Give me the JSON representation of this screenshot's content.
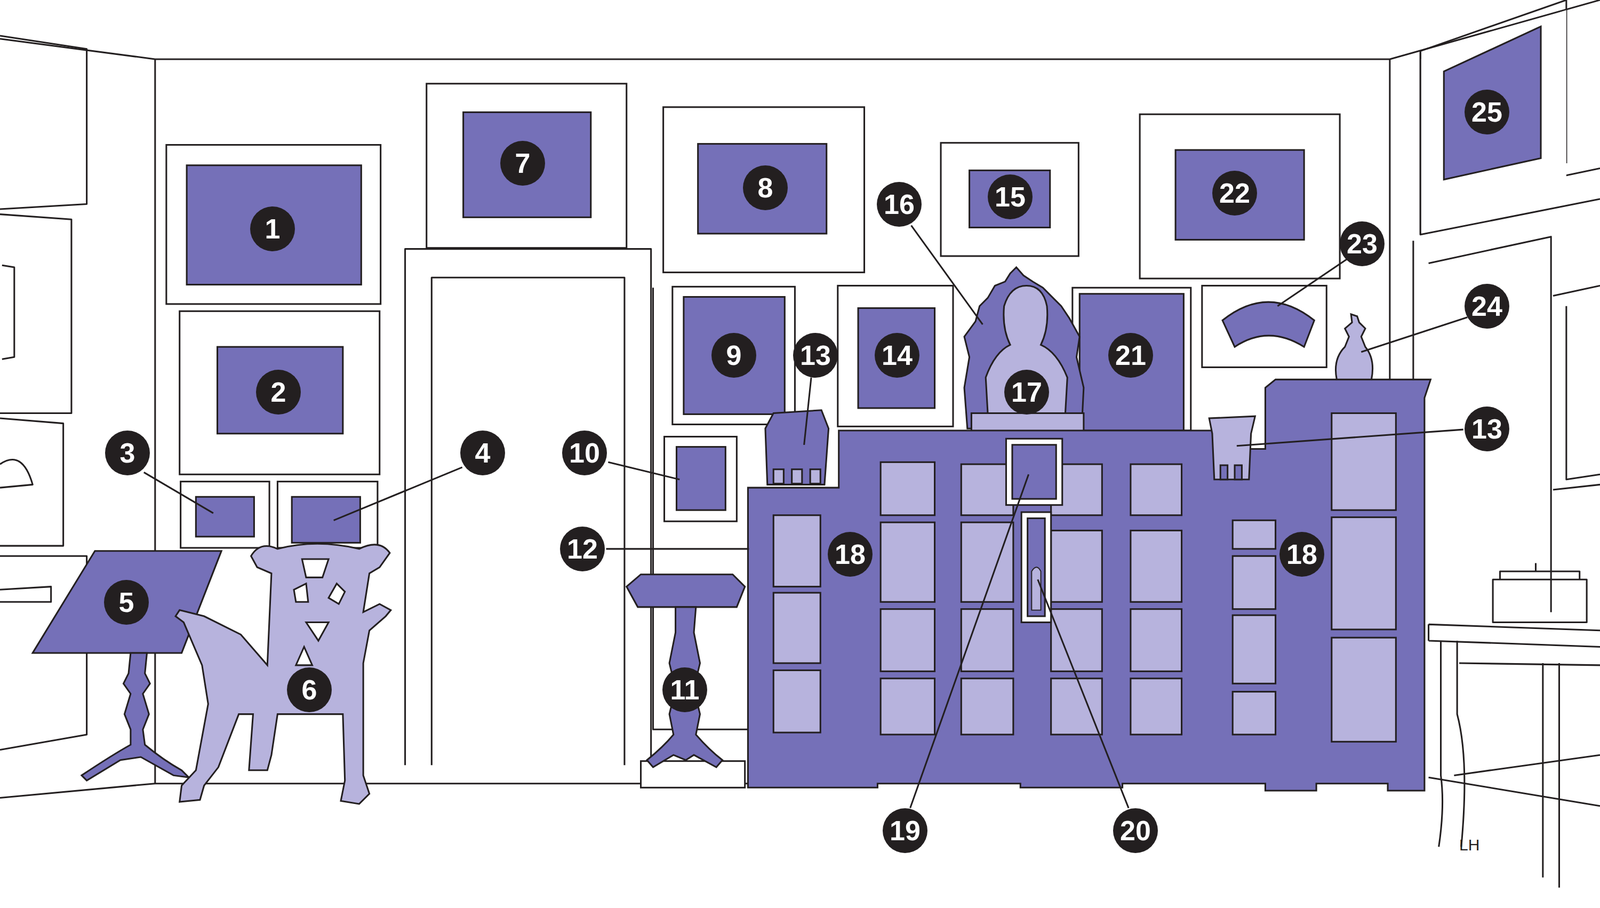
{
  "diagram": {
    "labels": [
      "1",
      "2",
      "3",
      "4",
      "5",
      "6",
      "7",
      "8",
      "9",
      "10",
      "11",
      "12",
      "13",
      "14",
      "15",
      "16",
      "17",
      "18",
      "19",
      "20",
      "21",
      "22",
      "23",
      "24",
      "25",
      "13",
      "18",
      "LH"
    ]
  }
}
